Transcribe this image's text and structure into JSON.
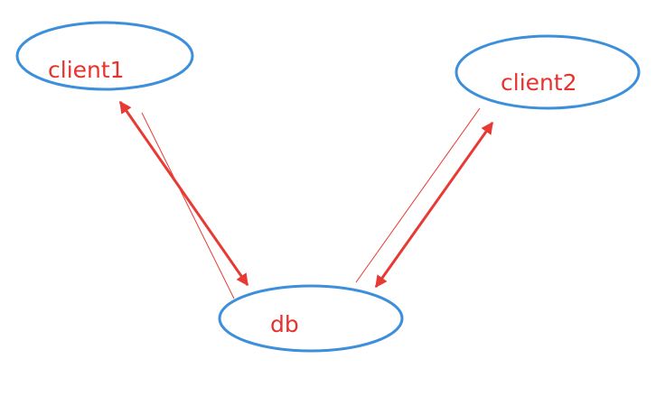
{
  "colors": {
    "node_border": "#3d8fdc",
    "label_text": "#e8322d",
    "connector": "#e83a34",
    "background": "#ffffff"
  },
  "nodes": {
    "client1": {
      "label": "client1"
    },
    "client2": {
      "label": "client2"
    },
    "db": {
      "label": "db"
    }
  },
  "edges": [
    {
      "from": "client1",
      "to": "db",
      "style": "double-arrow"
    },
    {
      "from": "client1",
      "to": "db",
      "style": "thin-line"
    },
    {
      "from": "client2",
      "to": "db",
      "style": "double-arrow"
    },
    {
      "from": "client2",
      "to": "db",
      "style": "thin-line"
    }
  ]
}
